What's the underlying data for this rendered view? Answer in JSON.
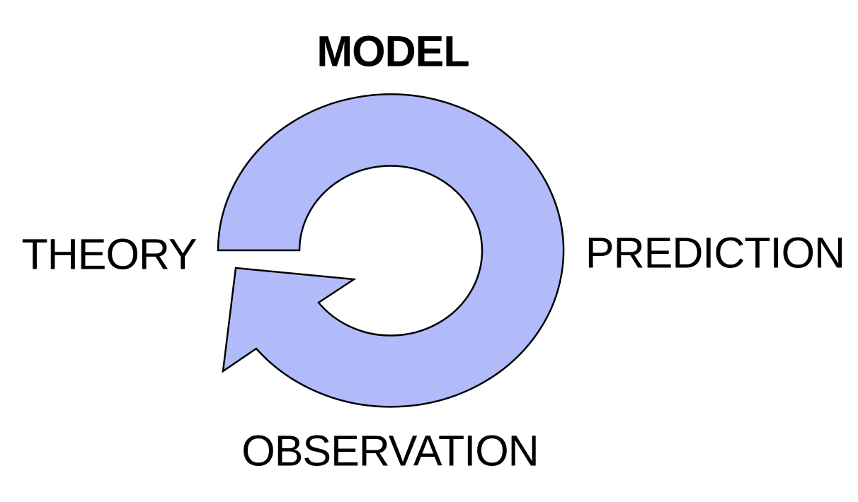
{
  "diagram": {
    "type": "cycle-diagram",
    "background": "#ffffff",
    "text_color": "#000000",
    "labels": {
      "top": "MODEL",
      "left": "THEORY",
      "right": "PREDICTION",
      "bottom": "OBSERVATION"
    },
    "arrow": {
      "semantic": "clockwise-cycle-arrow",
      "direction": "clockwise",
      "fill": "#b2bbfa",
      "stroke": "#000000"
    }
  }
}
